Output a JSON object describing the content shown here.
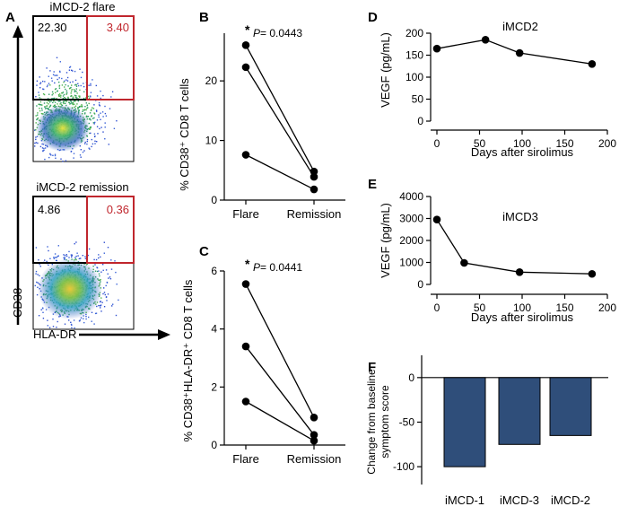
{
  "panels": {
    "A": "A",
    "B": "B",
    "C": "C",
    "D": "D",
    "E": "E",
    "F": "F"
  },
  "flow": {
    "top": {
      "title": "iMCD-2 flare",
      "q_left": "22.30",
      "q_right": "3.40"
    },
    "bottom": {
      "title": "iMCD-2 remission",
      "q_left": "4.86",
      "q_right": "0.36"
    },
    "y_axis": "CD38",
    "x_axis": "HLA-DR",
    "colors": {
      "gate_red": "#c0262d",
      "gate_black": "#000000"
    }
  },
  "chart_data": [
    {
      "panel": "B",
      "type": "line",
      "categories": [
        "Flare",
        "Remission"
      ],
      "series": [
        {
          "values": [
            26,
            4.8
          ]
        },
        {
          "values": [
            22.3,
            3.9
          ]
        },
        {
          "values": [
            7.6,
            1.8
          ]
        }
      ],
      "ylabel": "% CD38⁺ CD8 T cells",
      "ylim": [
        0,
        28
      ],
      "yticks": [
        "0",
        "10",
        "20"
      ],
      "annotation_star": "*",
      "annotation_p": "P",
      "annotation_value": " = 0.0443"
    },
    {
      "panel": "C",
      "type": "line",
      "categories": [
        "Flare",
        "Remission"
      ],
      "series": [
        {
          "values": [
            5.55,
            0.95
          ]
        },
        {
          "values": [
            3.4,
            0.35
          ]
        },
        {
          "values": [
            1.5,
            0.15
          ]
        }
      ],
      "ylabel": "% CD38⁺HLA-DR⁺ CD8 T cells",
      "ylim": [
        0,
        6
      ],
      "yticks": [
        "0",
        "2",
        "4",
        "6"
      ],
      "annotation_star": "*",
      "annotation_p": "P",
      "annotation_value": " = 0.0441"
    },
    {
      "panel": "D",
      "type": "line",
      "title": "iMCD2",
      "x": [
        0,
        57,
        97,
        182
      ],
      "values": [
        165,
        185,
        155,
        130
      ],
      "xlabel": "Days after sirolimus",
      "ylabel": "VEGF (pg/mL)",
      "xlim": [
        0,
        200
      ],
      "ylim": [
        0,
        200
      ],
      "xticks": [
        "0",
        "50",
        "100",
        "150",
        "200"
      ],
      "yticks": [
        "0",
        "50",
        "100",
        "150",
        "200"
      ]
    },
    {
      "panel": "E",
      "type": "line",
      "title": "iMCD3",
      "x": [
        0,
        32,
        97,
        182
      ],
      "values": [
        2950,
        980,
        560,
        480
      ],
      "xlabel": "Days after sirolimus",
      "ylabel": "VEGF (pg/mL)",
      "xlim": [
        0,
        200
      ],
      "ylim": [
        0,
        4000
      ],
      "xticks": [
        "0",
        "50",
        "100",
        "150",
        "200"
      ],
      "yticks": [
        "0",
        "1000",
        "2000",
        "3000",
        "4000"
      ]
    },
    {
      "panel": "F",
      "type": "bar",
      "categories": [
        "iMCD-1",
        "iMCD-3",
        "iMCD-2"
      ],
      "values": [
        -100,
        -75,
        -65
      ],
      "ylabel_line1": "Change from baseline",
      "ylabel_line2": "symptom score",
      "ylim": [
        -120,
        25
      ],
      "yticks": [
        "0",
        "-50",
        "-100"
      ],
      "bar_color": "#2f4e7a"
    }
  ]
}
